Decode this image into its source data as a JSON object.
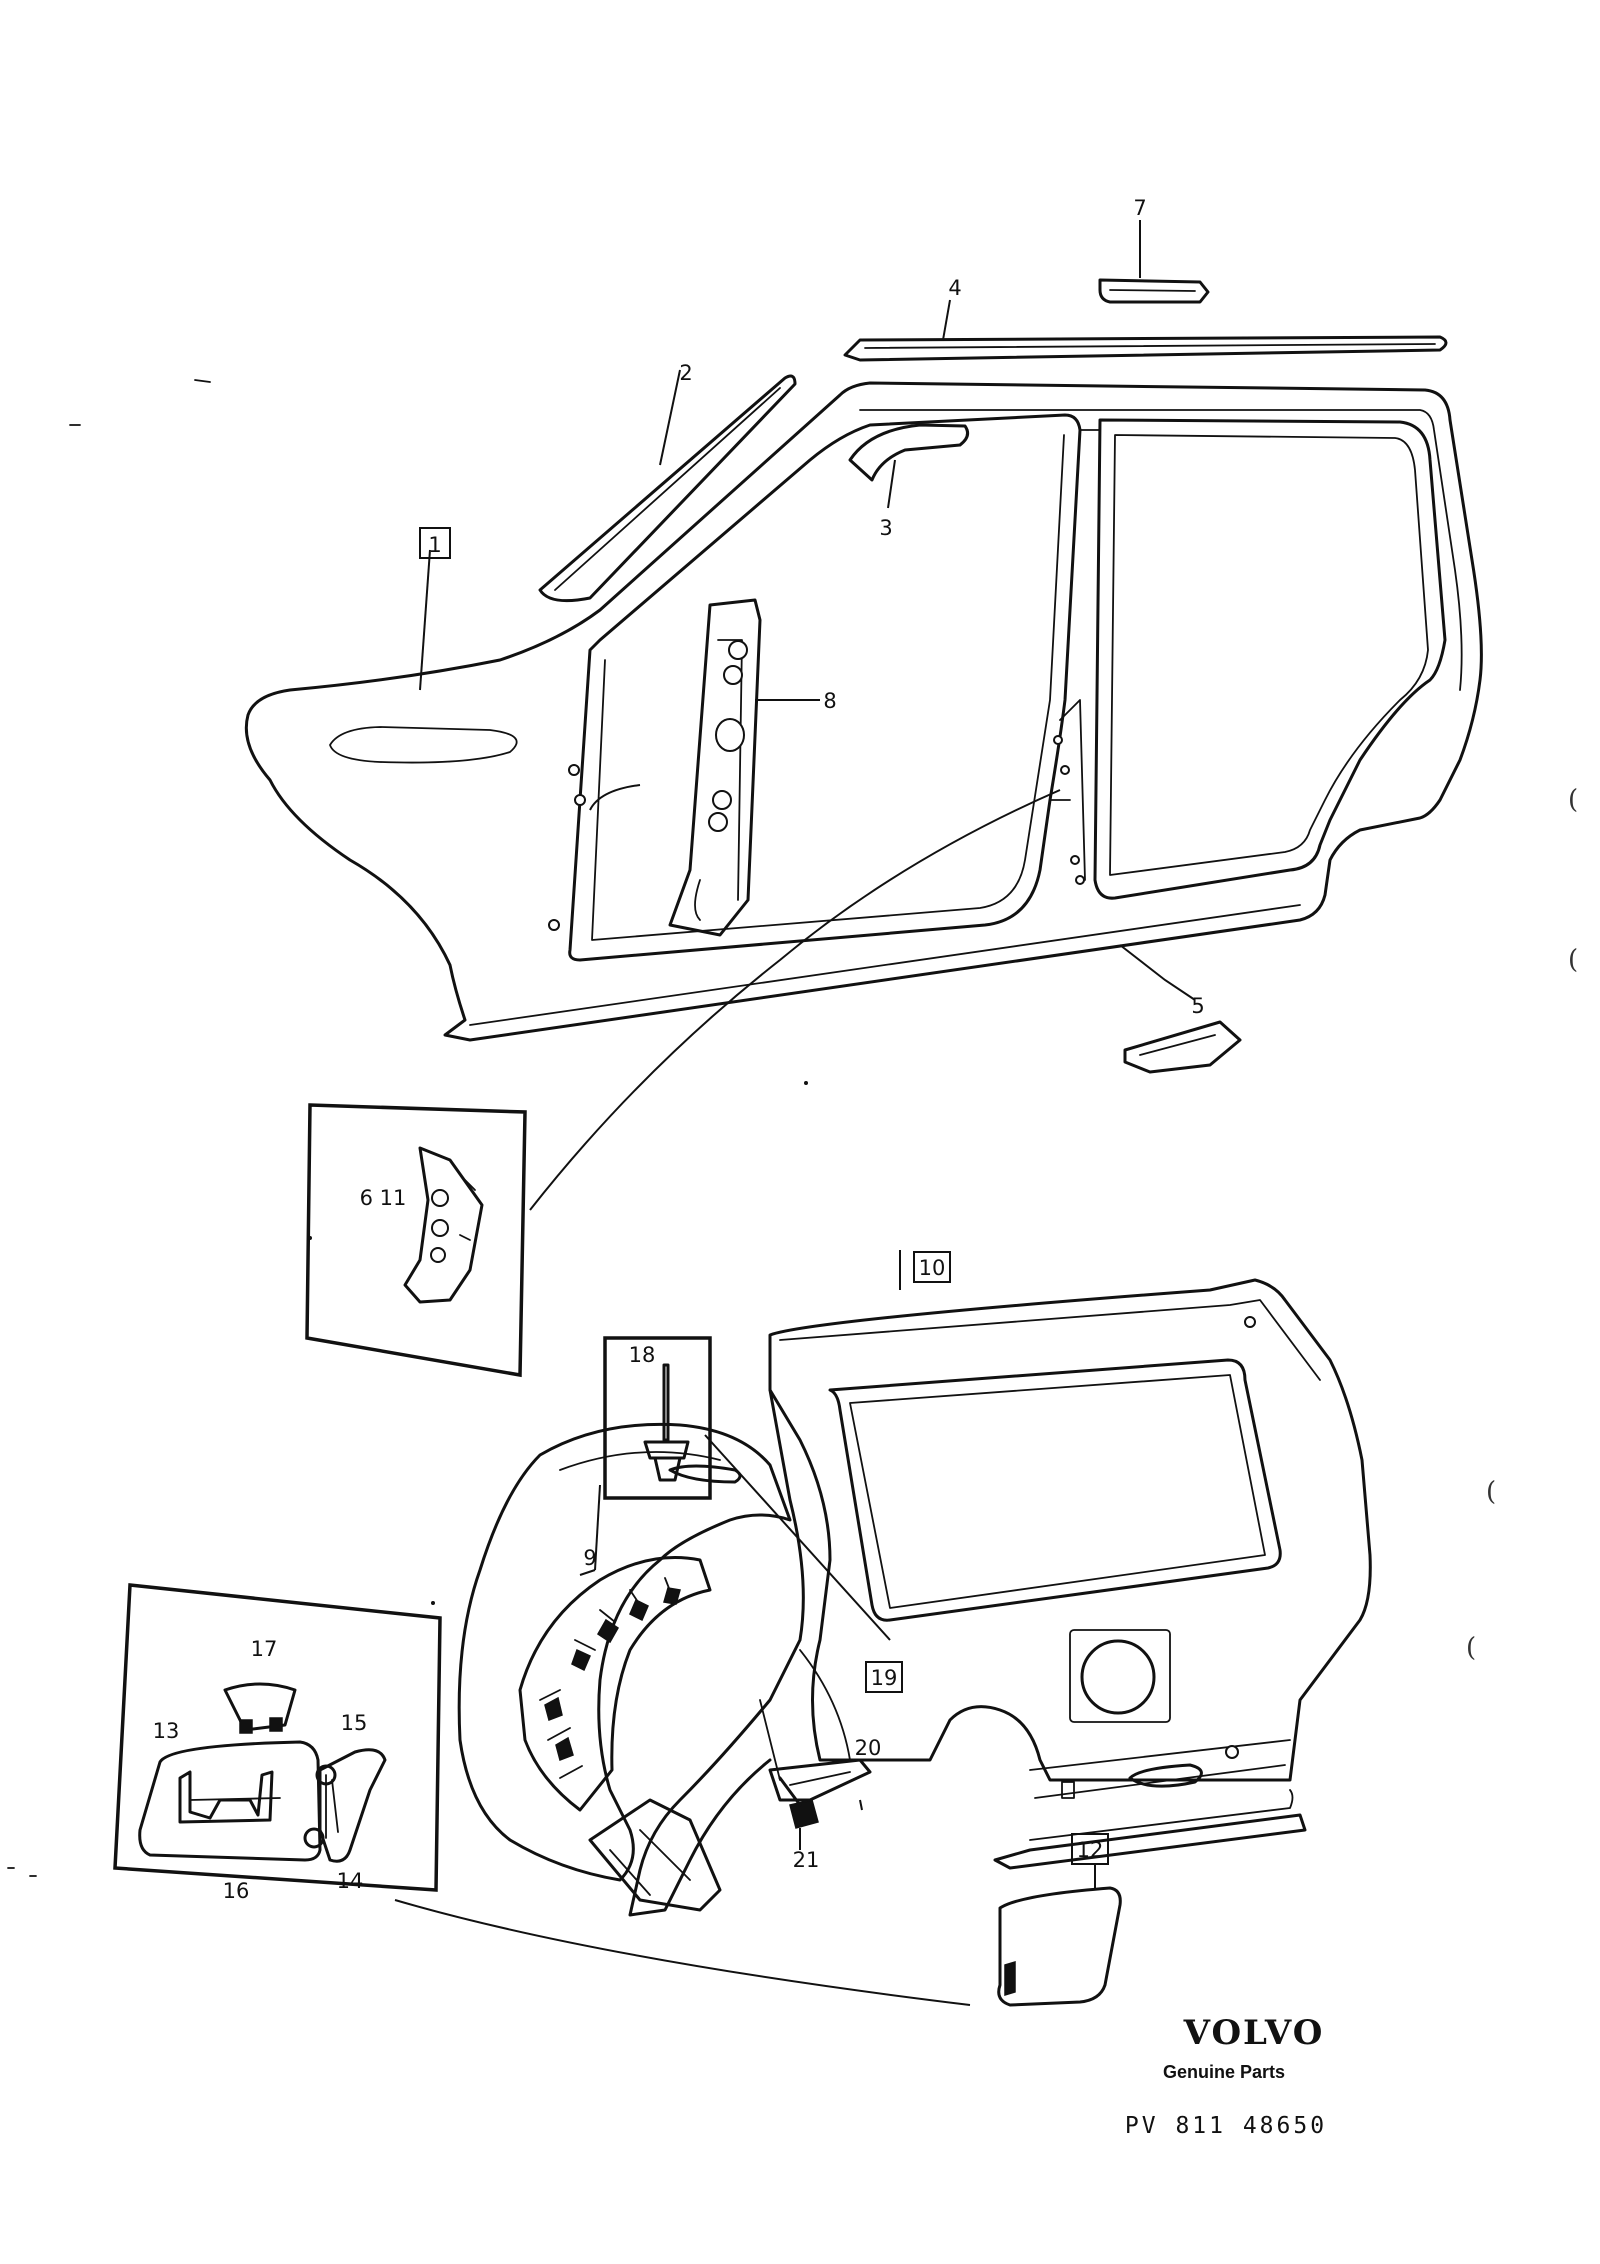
{
  "callouts": {
    "c1": "1",
    "c2": "2",
    "c3": "3",
    "c4": "4",
    "c5": "5",
    "c6_11": "6 11",
    "c7": "7",
    "c8": "8",
    "c9": "9",
    "c10": "10",
    "c12": "12",
    "c13": "13",
    "c14": "14",
    "c15": "15",
    "c16": "16",
    "c17": "17",
    "c18": "18",
    "c19": "19",
    "c20": "20",
    "c21": "21"
  },
  "brand": {
    "name": "VOLVO",
    "tagline": "Genuine Parts",
    "reference": "PV 811 48650"
  },
  "margin_marks": [
    "(",
    "(",
    "(",
    "("
  ]
}
